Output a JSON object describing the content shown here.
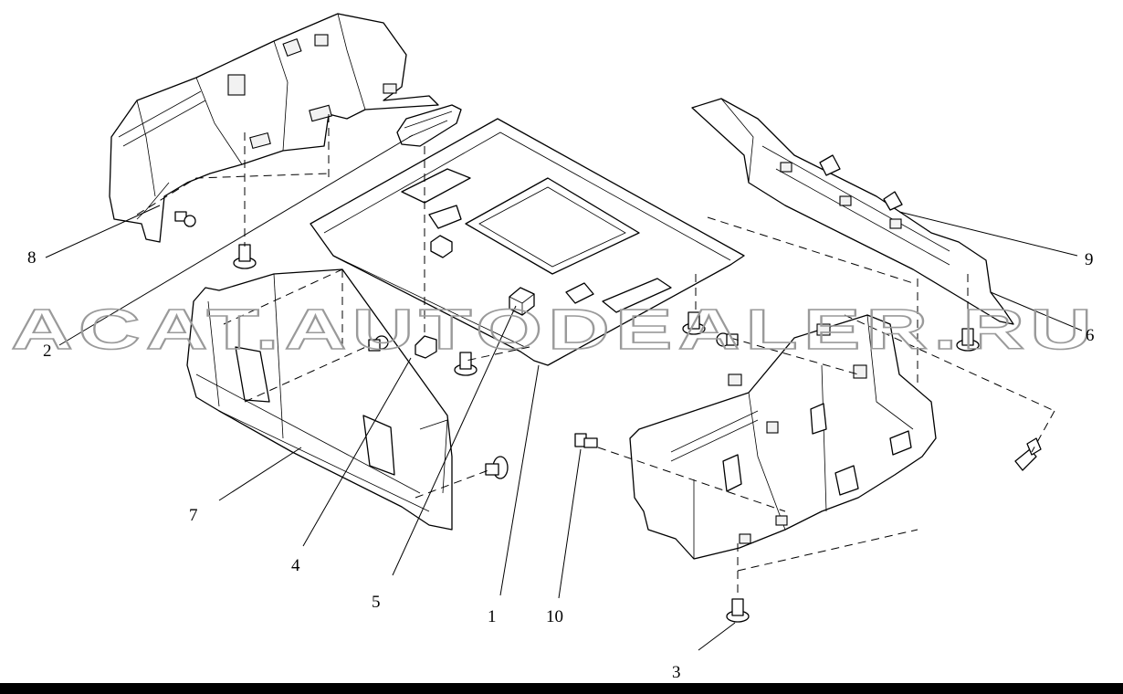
{
  "watermark": "ACAT.AUTODEALER.RU",
  "callouts": [
    {
      "id": "label-1",
      "text": "1"
    },
    {
      "id": "label-2",
      "text": "2"
    },
    {
      "id": "label-3",
      "text": "3"
    },
    {
      "id": "label-4",
      "text": "4"
    },
    {
      "id": "label-5",
      "text": "5"
    },
    {
      "id": "label-6",
      "text": "6"
    },
    {
      "id": "label-7",
      "text": "7"
    },
    {
      "id": "label-8",
      "text": "8"
    },
    {
      "id": "label-9",
      "text": "9"
    },
    {
      "id": "label-10",
      "text": "10"
    }
  ]
}
